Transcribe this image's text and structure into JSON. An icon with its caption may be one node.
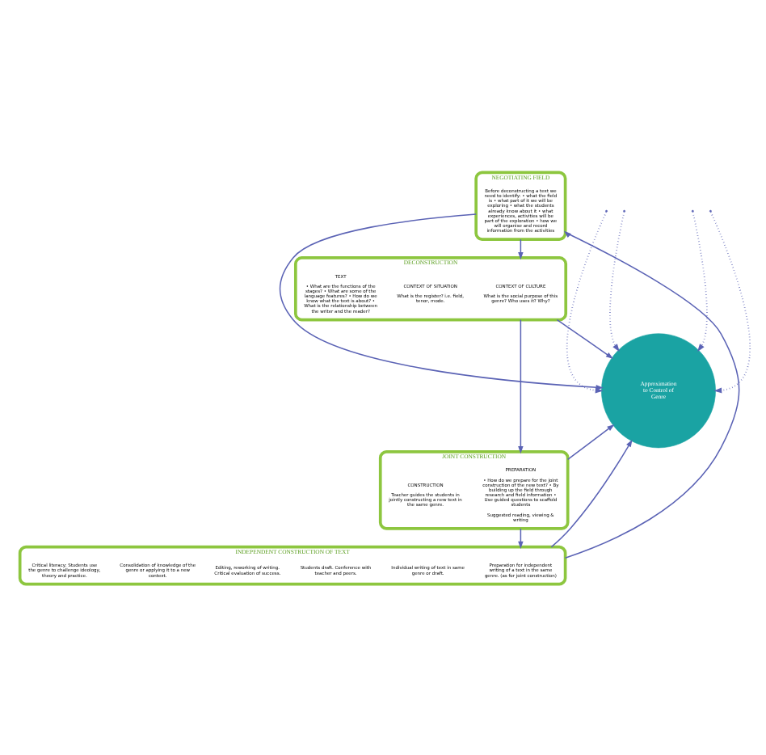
{
  "diagram": {
    "nodes": [
      {
        "text": [
          "Approximation to Control of Genre"
        ]
      },
      {
        "text": [
          "NEGOTIATING FIELD"
        ]
      },
      {
        "text": [
          "Before deconstructing a text we need to identify: • what the field is • what part of it we will be exploring • what the students already know about it • what experiences, activities will be part of the exploration • how we will organise and record information from the activities"
        ],
        "in": 1
      },
      {
        "text": [
          "DECONSTRUCTION"
        ]
      },
      {
        "text": [
          "CONTEXT OF CULTURE",
          "What is the social purpose of this genre? Who uses it? Why?"
        ],
        "in": 3
      },
      {
        "text": [
          "CONTEXT OF SITUATION",
          "What is the register? i.e. field, tenor, mode."
        ],
        "in": 3
      },
      {
        "text": [
          "TEXT",
          "• What are the functions of the stages? • What are some of the language features? • How do we know what the text is about? • What is the relationship between the writer and the reader?"
        ],
        "in": 3
      },
      {
        "text": [
          "JOINT CONSTRUCTION"
        ]
      },
      {
        "text": [
          "PREPARATION",
          "• How do we prepare for the joint construction of the new text? • By building up the field through research and field information • Use guided questions to scaffold students",
          "Suggested reading, viewing & writing"
        ],
        "in": 7
      },
      {
        "text": [
          "CONSTRUCTION",
          "Teacher guides the students in jointly constructing a new text in the same genre."
        ],
        "in": 7
      },
      {
        "text": [
          "INDEPENDENT CONSTRUCTION OF TEXT"
        ]
      },
      {
        "text": [
          "Preparation for independent writing of a text in the same genre. (as for joint construction)"
        ],
        "in": 10
      },
      {
        "text": [
          "Individual writing of text in same genre or draft."
        ],
        "in": 10
      },
      {
        "text": [
          "Students draft. Conference with teacher and peers."
        ],
        "in": 10
      },
      {
        "text": [
          "Editing, reworking of writing. Critical evaluation of success."
        ],
        "in": 10
      },
      {
        "text": [
          "Consolidation of knowledge of the genre or applying it to a new context."
        ],
        "in": 10
      },
      {
        "text": [
          "Critical literacy: Students use the genre to challenge ideology, theory and practice."
        ],
        "in": 10
      }
    ],
    "edges": [
      {
        "from": 1,
        "to": 0,
        "arrow": "to"
      },
      {
        "from": 3,
        "to": 0,
        "arrow": "to"
      },
      {
        "from": 7,
        "to": 0,
        "arrow": "to"
      },
      {
        "from": 10,
        "to": 0,
        "arrow": "to"
      },
      {
        "from": null,
        "to": 0,
        "arrow": "to",
        "style": "dashed"
      },
      {
        "from": null,
        "to": 0,
        "arrow": "to",
        "style": "dashed"
      },
      {
        "from": null,
        "to": 0,
        "arrow": "to",
        "style": "dashed"
      },
      {
        "from": null,
        "to": 0,
        "arrow": "to",
        "style": "dashed"
      },
      {
        "from": 1,
        "to": 3,
        "arrow": "to"
      },
      {
        "from": 3,
        "to": 7,
        "arrow": "to"
      },
      {
        "from": 7,
        "to": 10,
        "arrow": "to"
      },
      {
        "from": 10,
        "to": 1,
        "arrow": "to"
      }
    ]
  }
}
